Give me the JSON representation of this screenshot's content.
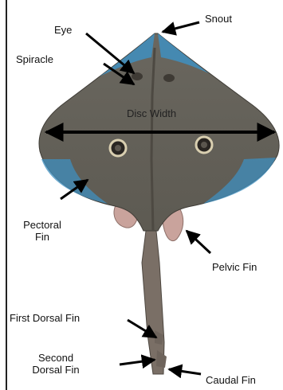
{
  "diagram": {
    "labels": {
      "snout": "Snout",
      "eye": "Eye",
      "spiracle": "Spiracle",
      "disc_width": "Disc Width",
      "pectoral_fin_line1": "Pectoral",
      "pectoral_fin_line2": "Fin",
      "pelvic_fin": "Pelvic Fin",
      "first_dorsal_fin": "First Dorsal Fin",
      "second_dorsal_fin_line1": "Second",
      "second_dorsal_fin_line2": "Dorsal Fin",
      "caudal_fin": "Caudal Fin"
    },
    "colors": {
      "body": "#6f6b62",
      "body_dark": "#57534b",
      "fin_blue": "#3f8fbf",
      "pelvic": "#c9a39c",
      "arrow": "#000000"
    }
  }
}
